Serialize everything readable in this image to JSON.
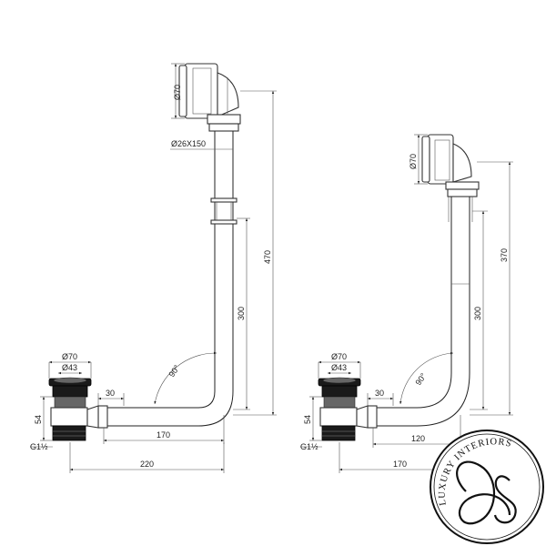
{
  "left": {
    "d_overflow": "Ø70",
    "d_tube": "Ø26X150",
    "h_total": "470",
    "h_straight": "300",
    "angle": "90°",
    "d_waste_outer": "Ø70",
    "d_waste_inner": "Ø43",
    "w_short": "30",
    "h_waste": "54",
    "thread": "G1½",
    "w_inner": "170",
    "w_total": "220"
  },
  "right": {
    "d_overflow": "Ø70",
    "h_total": "370",
    "h_straight": "300",
    "angle": "90°",
    "d_waste_outer": "Ø70",
    "d_waste_inner": "Ø43",
    "w_short": "30",
    "h_waste": "54",
    "thread": "G1½",
    "w_inner": "120",
    "w_total": "170"
  },
  "logo": {
    "text": "LUXURY INTERIORS"
  }
}
